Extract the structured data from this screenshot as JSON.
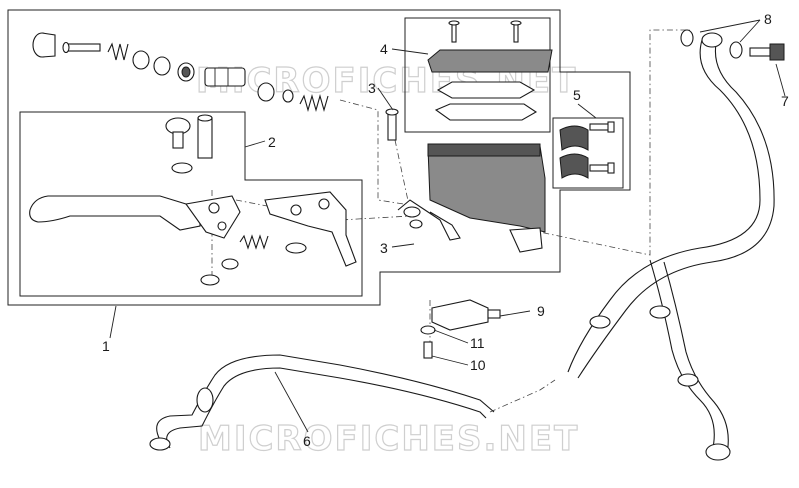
{
  "watermark": "MICROFICHES.NET",
  "callouts": [
    {
      "id": "1",
      "label": "1"
    },
    {
      "id": "2",
      "label": "2"
    },
    {
      "id": "3a",
      "label": "3"
    },
    {
      "id": "3b",
      "label": "3"
    },
    {
      "id": "4",
      "label": "4"
    },
    {
      "id": "5",
      "label": "5"
    },
    {
      "id": "6",
      "label": "6"
    },
    {
      "id": "7",
      "label": "7"
    },
    {
      "id": "8",
      "label": "8"
    },
    {
      "id": "9",
      "label": "9"
    },
    {
      "id": "10",
      "label": "10"
    },
    {
      "id": "11",
      "label": "11"
    }
  ]
}
